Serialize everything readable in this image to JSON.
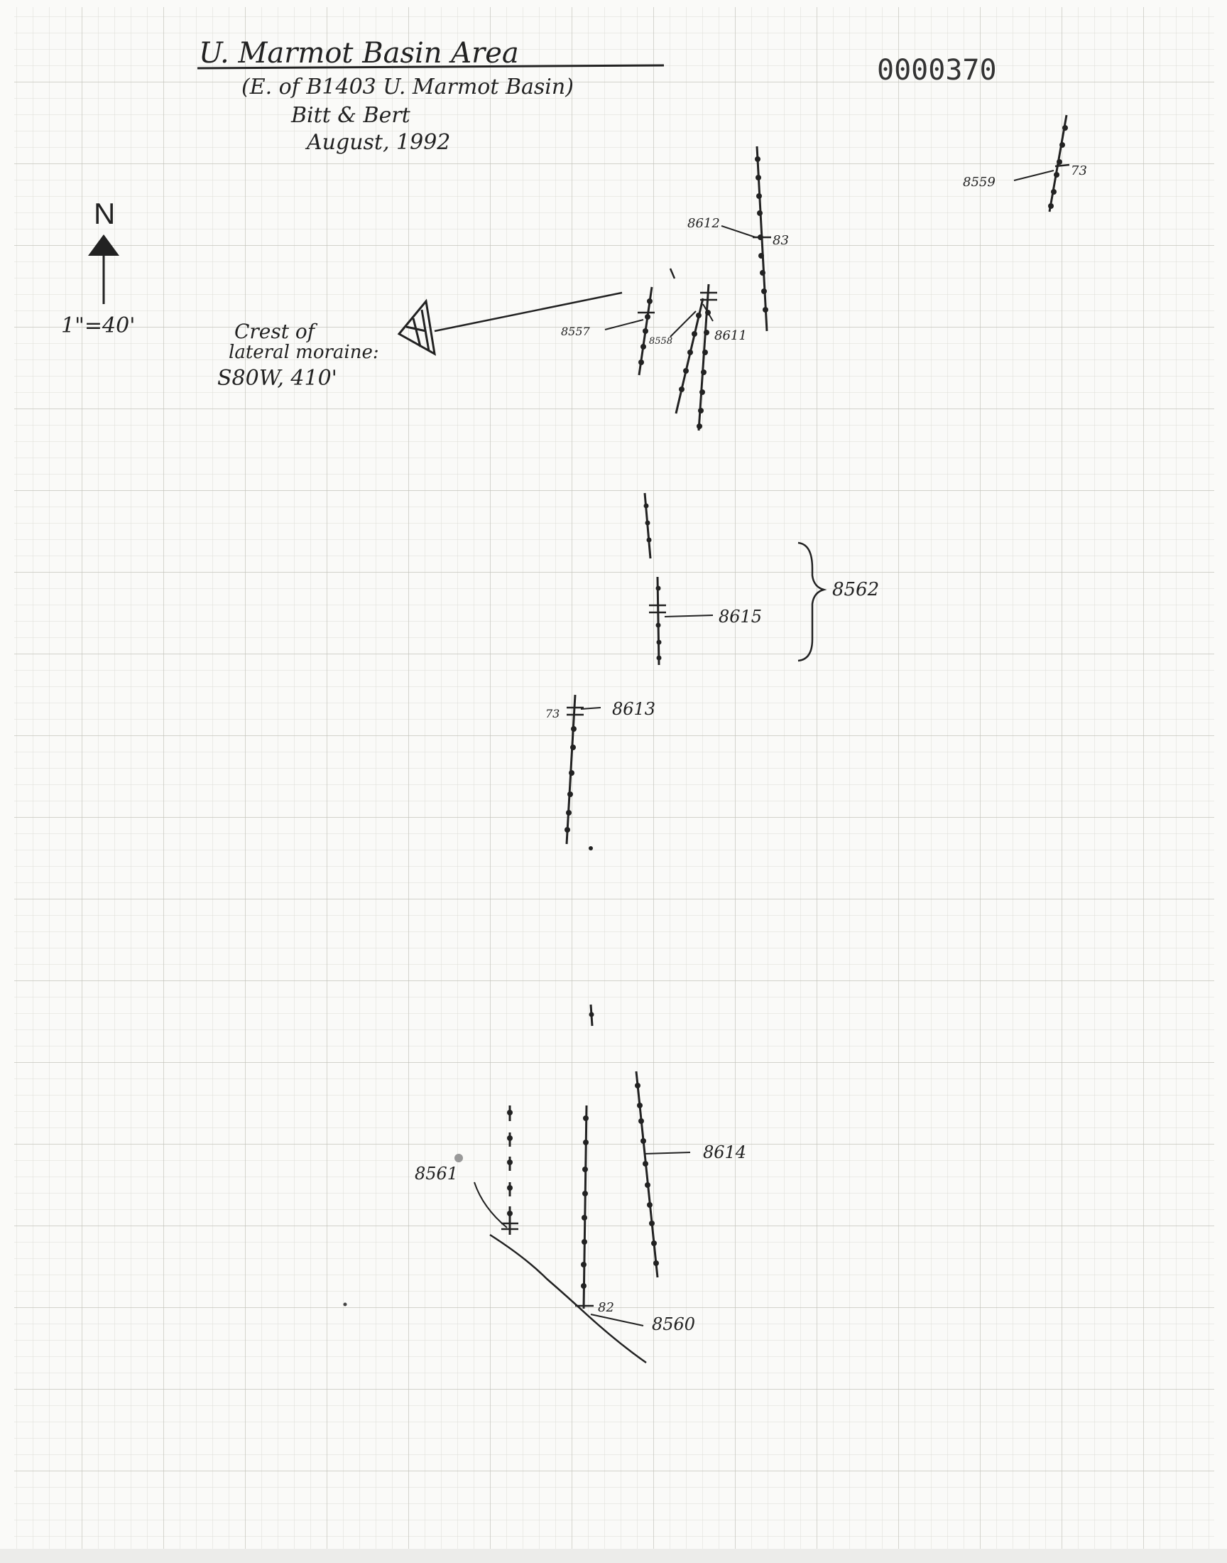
{
  "header": {
    "title": "U. Marmot Basin Area",
    "subtitle": "(E. of B1403 U. Marmot Basin)",
    "authors": "Bitt & Bert",
    "date": "August, 1992"
  },
  "document_number": "0000370",
  "north_arrow": {
    "letter": "N",
    "scale": "1\"=40'"
  },
  "moraine_note": {
    "line1": "Crest of",
    "line2": "lateral moraine:",
    "line3": "S80W, 410'"
  },
  "labels": {
    "l8559": "8559",
    "a73_top": "73",
    "l8612": "8612",
    "a83": "83",
    "l8557": "8557",
    "l8558": "8558",
    "l8611": "8611",
    "l8562": "8562",
    "l8615": "8615",
    "a73_mid": "73",
    "l8613": "8613",
    "l8561": "8561",
    "l8614": "8614",
    "a82": "82",
    "l8560": "8560"
  },
  "colors": {
    "ink": "#222222",
    "grid_minor": "#d9d9d4",
    "grid_major": "#bdbdb6",
    "paper": "#fafaf8"
  }
}
